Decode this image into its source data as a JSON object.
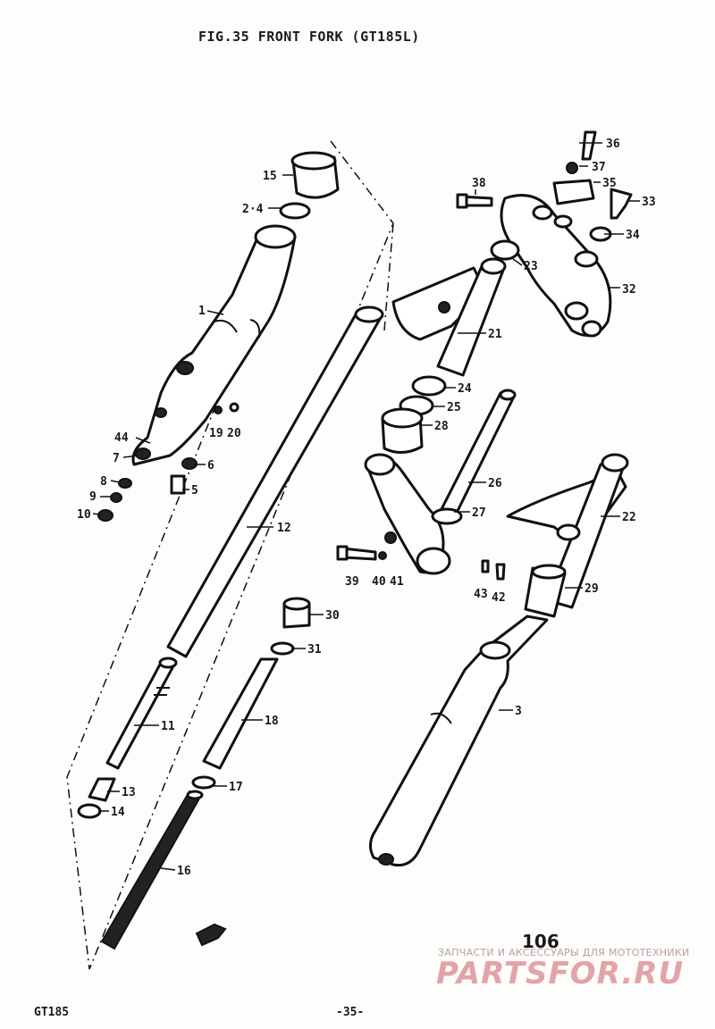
{
  "header": {
    "title": "FIG.35  FRONT FORK (GT185L)"
  },
  "footer": {
    "model": "GT185",
    "page": "-35-",
    "sheet": "106"
  },
  "watermark": {
    "line1": "ЗАПЧАСТИ И АКСЕССУАРЫ ДЛЯ МОТОТЕХНИКИ",
    "line2": "PARTSFOR.RU"
  },
  "part_labels": [
    {
      "id": "p36",
      "text": "36"
    },
    {
      "id": "p37",
      "text": "37"
    },
    {
      "id": "p35",
      "text": "35"
    },
    {
      "id": "p33",
      "text": "33"
    },
    {
      "id": "p38",
      "text": "38"
    },
    {
      "id": "p34",
      "text": "34"
    },
    {
      "id": "p15",
      "text": "15"
    },
    {
      "id": "p2-4",
      "text": "2·4"
    },
    {
      "id": "p23",
      "text": "23"
    },
    {
      "id": "p32",
      "text": "32"
    },
    {
      "id": "p1",
      "text": "1"
    },
    {
      "id": "p21",
      "text": "21"
    },
    {
      "id": "p24",
      "text": "24"
    },
    {
      "id": "p25",
      "text": "25"
    },
    {
      "id": "p19",
      "text": "19"
    },
    {
      "id": "p20",
      "text": "20"
    },
    {
      "id": "p28",
      "text": "28"
    },
    {
      "id": "p44",
      "text": "44"
    },
    {
      "id": "p6",
      "text": "6"
    },
    {
      "id": "p7",
      "text": "7"
    },
    {
      "id": "p26",
      "text": "26"
    },
    {
      "id": "p8",
      "text": "8"
    },
    {
      "id": "p5",
      "text": "5"
    },
    {
      "id": "p9",
      "text": "9"
    },
    {
      "id": "p10",
      "text": "10"
    },
    {
      "id": "p27",
      "text": "27"
    },
    {
      "id": "p22",
      "text": "22"
    },
    {
      "id": "p12",
      "text": "12"
    },
    {
      "id": "p39",
      "text": "39"
    },
    {
      "id": "p40",
      "text": "40"
    },
    {
      "id": "p41",
      "text": "41"
    },
    {
      "id": "p43",
      "text": "43"
    },
    {
      "id": "p42",
      "text": "42"
    },
    {
      "id": "p29",
      "text": "29"
    },
    {
      "id": "p30",
      "text": "30"
    },
    {
      "id": "p31",
      "text": "31"
    },
    {
      "id": "p3",
      "text": "3"
    },
    {
      "id": "p11",
      "text": "11"
    },
    {
      "id": "p18",
      "text": "18"
    },
    {
      "id": "p13",
      "text": "13"
    },
    {
      "id": "p17",
      "text": "17"
    },
    {
      "id": "p14",
      "text": "14"
    },
    {
      "id": "p16",
      "text": "16"
    }
  ]
}
